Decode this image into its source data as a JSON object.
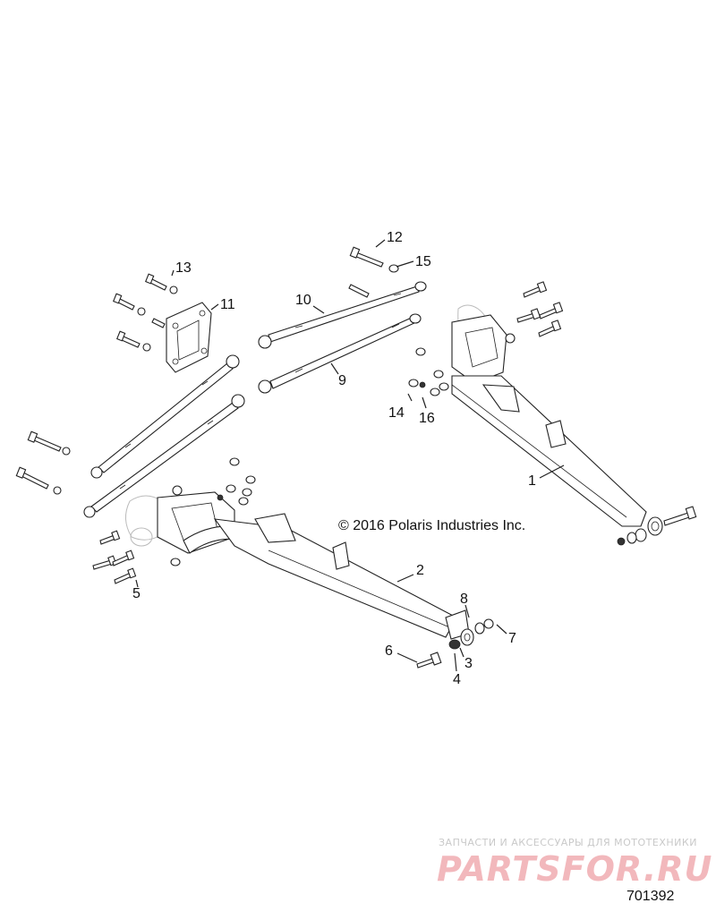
{
  "copyright": "© 2016 Polaris Industries Inc.",
  "figure_id": "701392",
  "watermark": {
    "tagline": "ЗАПЧАСТИ И АКСЕССУАРЫ ДЛЯ МОТОТЕХНИКИ",
    "brand": "PARTSFOR.RU"
  },
  "callouts": [
    "1",
    "2",
    "3",
    "4",
    "5",
    "6",
    "7",
    "8",
    "9",
    "10",
    "11",
    "12",
    "13",
    "14",
    "15",
    "16"
  ]
}
